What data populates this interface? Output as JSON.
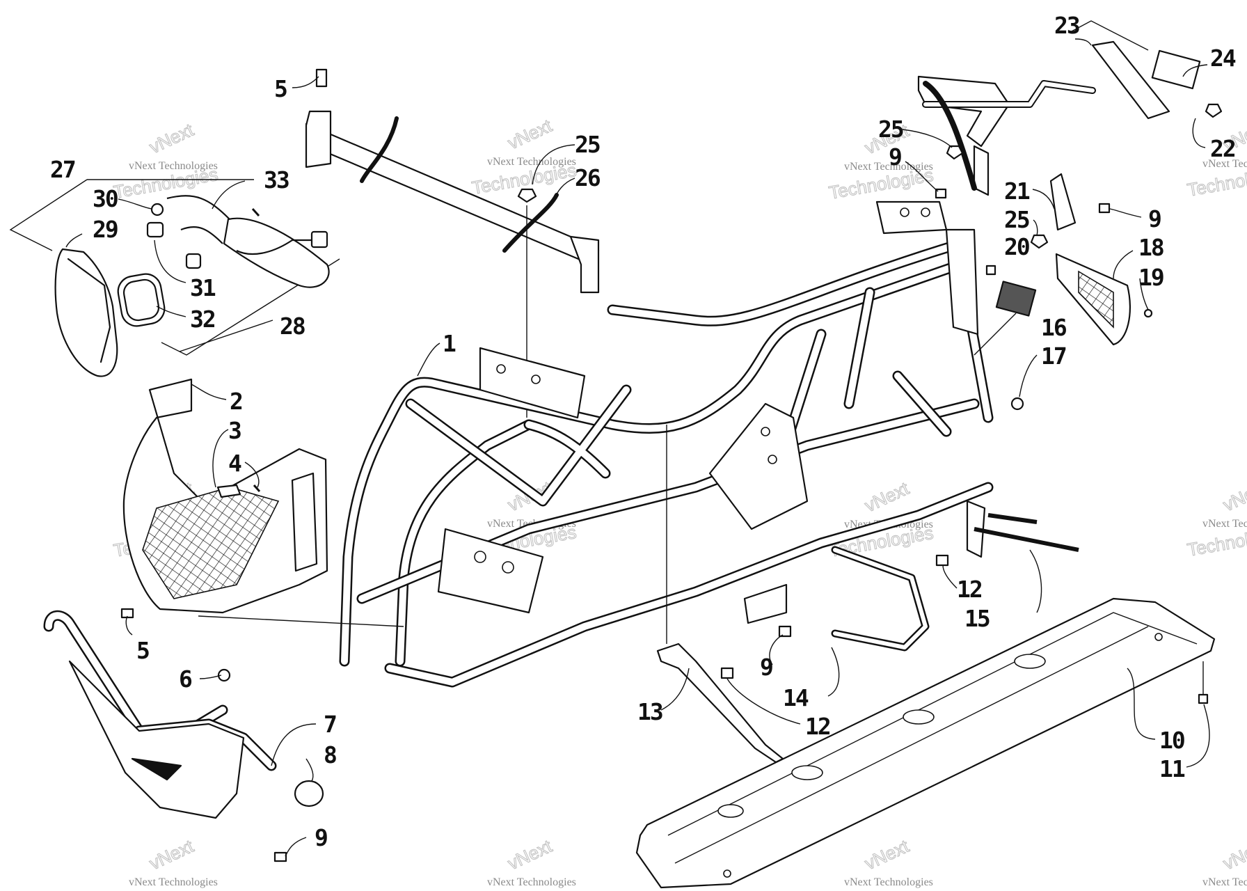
{
  "callouts": [
    {
      "id": "c5a",
      "text": "5"
    },
    {
      "id": "c25a",
      "text": "25"
    },
    {
      "id": "c26",
      "text": "26"
    },
    {
      "id": "c27",
      "text": "27"
    },
    {
      "id": "c30",
      "text": "30"
    },
    {
      "id": "c29",
      "text": "29"
    },
    {
      "id": "c33",
      "text": "33"
    },
    {
      "id": "c31",
      "text": "31"
    },
    {
      "id": "c32",
      "text": "32"
    },
    {
      "id": "c28",
      "text": "28"
    },
    {
      "id": "c1",
      "text": "1"
    },
    {
      "id": "c2",
      "text": "2"
    },
    {
      "id": "c3",
      "text": "3"
    },
    {
      "id": "c4",
      "text": "4"
    },
    {
      "id": "c5b",
      "text": "5"
    },
    {
      "id": "c6",
      "text": "6"
    },
    {
      "id": "c7",
      "text": "7"
    },
    {
      "id": "c8",
      "text": "8"
    },
    {
      "id": "c9a",
      "text": "9"
    },
    {
      "id": "c23",
      "text": "23"
    },
    {
      "id": "c24",
      "text": "24"
    },
    {
      "id": "c25b",
      "text": "25"
    },
    {
      "id": "c9b",
      "text": "9"
    },
    {
      "id": "c22",
      "text": "22"
    },
    {
      "id": "c21",
      "text": "21"
    },
    {
      "id": "c25c",
      "text": "25"
    },
    {
      "id": "c9c",
      "text": "9"
    },
    {
      "id": "c20",
      "text": "20"
    },
    {
      "id": "c18",
      "text": "18"
    },
    {
      "id": "c19",
      "text": "19"
    },
    {
      "id": "c16",
      "text": "16"
    },
    {
      "id": "c17",
      "text": "17"
    },
    {
      "id": "c12a",
      "text": "12"
    },
    {
      "id": "c15",
      "text": "15"
    },
    {
      "id": "c9d",
      "text": "9"
    },
    {
      "id": "c14",
      "text": "14"
    },
    {
      "id": "c13",
      "text": "13"
    },
    {
      "id": "c12b",
      "text": "12"
    },
    {
      "id": "c10",
      "text": "10"
    },
    {
      "id": "c11",
      "text": "11"
    }
  ],
  "watermark": {
    "logo": "vNext",
    "name": "vNext Technologies",
    "big": "Technologies"
  }
}
